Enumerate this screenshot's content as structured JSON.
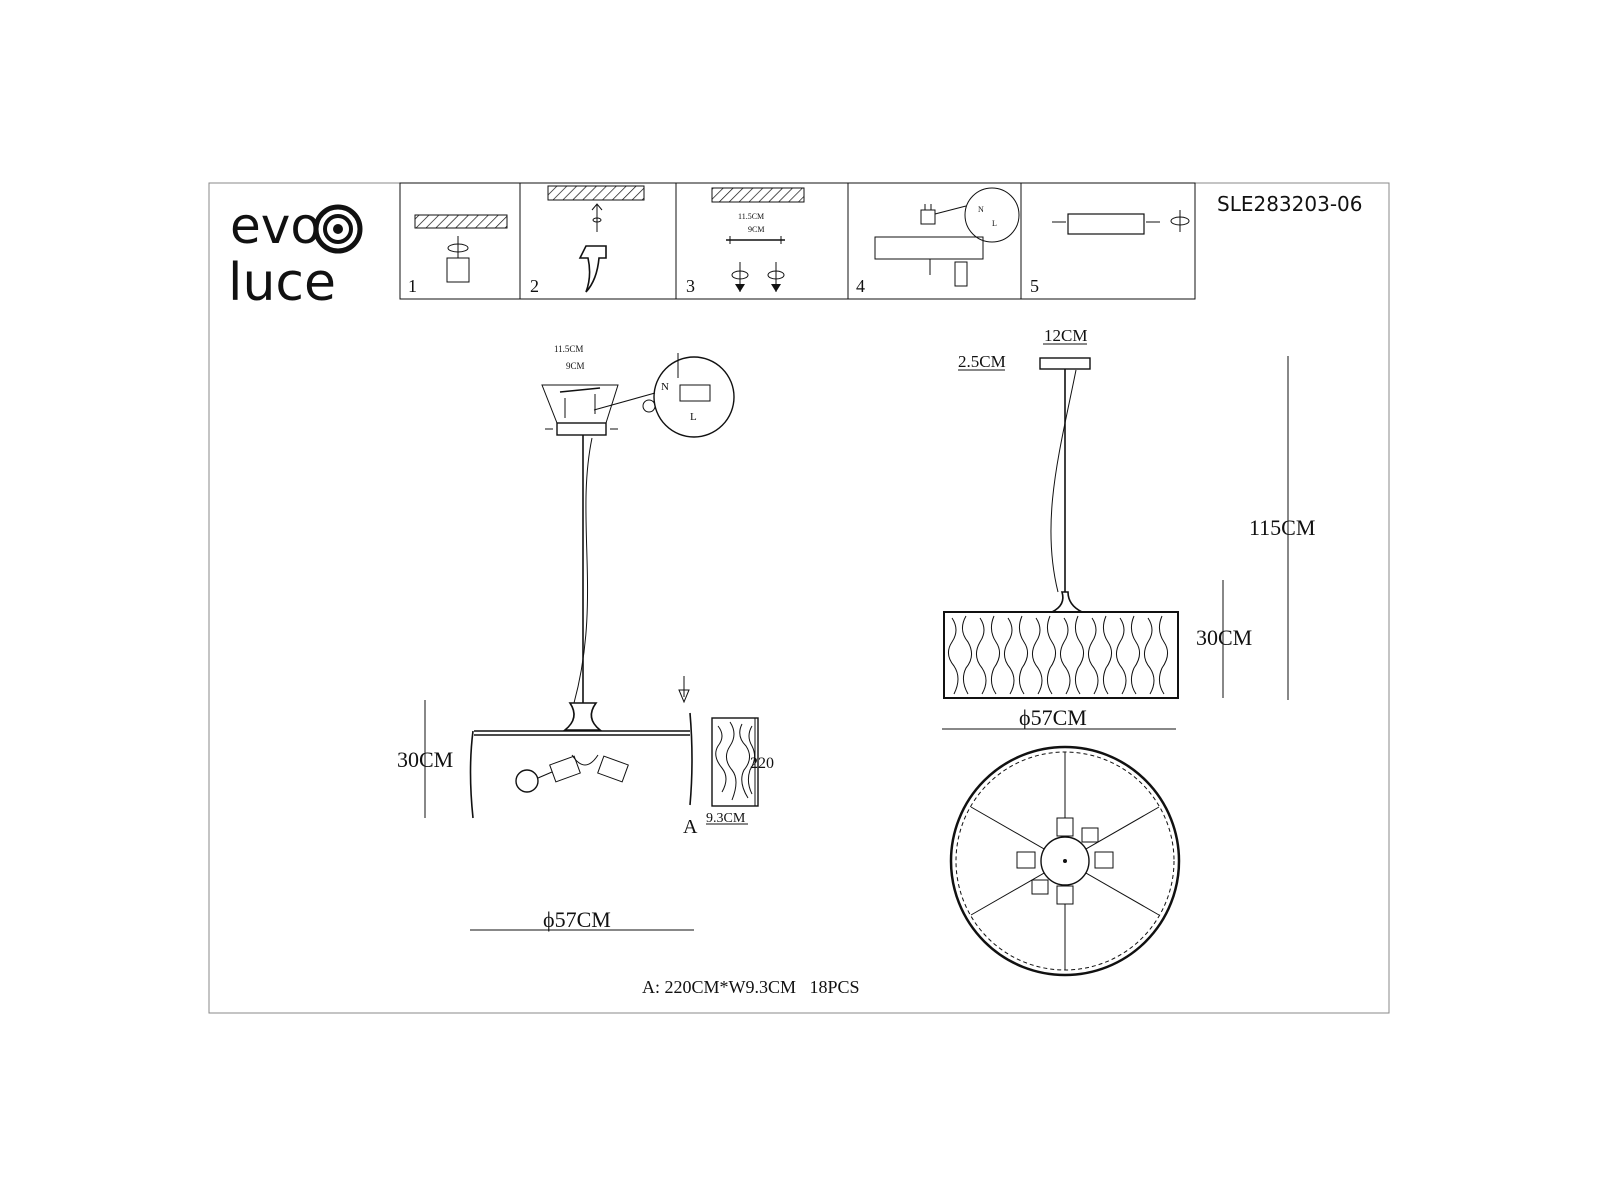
{
  "brand": {
    "line1": "evo",
    "line2": "luce"
  },
  "model": "SLE283203-06",
  "steps": [
    {
      "number": "1"
    },
    {
      "number": "2"
    },
    {
      "number": "3",
      "dim_outer": "11.5CM",
      "dim_inner": "9CM"
    },
    {
      "number": "4",
      "label_n": "N",
      "label_l": "L"
    },
    {
      "number": "5"
    }
  ],
  "left_view": {
    "mount_outer": "11.5CM",
    "mount_inner": "9CM",
    "label_n": "N",
    "label_l": "L",
    "height": "30CM",
    "diameter": "ϕ57CM",
    "part_label": "A",
    "part_height": "220",
    "part_width": "9.3CM"
  },
  "right_view": {
    "canopy_width": "12CM",
    "canopy_height": "2.5CM",
    "total_height": "115CM",
    "shade_height": "30CM",
    "diameter": "ϕ57CM"
  },
  "footnote": "A: 220CM*W9.3CM   18PCS"
}
